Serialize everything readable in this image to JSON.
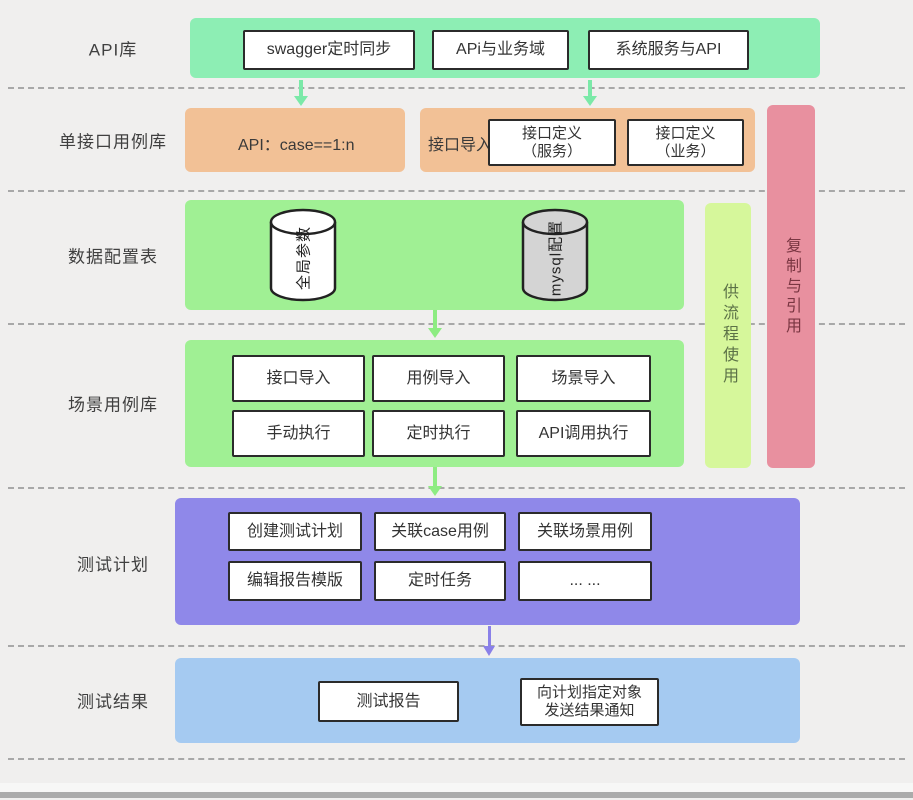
{
  "palette": {
    "background": "#f0efee",
    "mint_band": "#8deeb4",
    "orange_band": "#f2c196",
    "green_band": "#a0f094",
    "lime_band": "#d6f79b",
    "pink_band": "#e8909f",
    "purple_band": "#8f88e9",
    "blue_band": "#a5caf1",
    "green_arrow": "#8dec82",
    "mint_arrow": "#7be9a8",
    "purple_arrow": "#8a80e8"
  },
  "rows": {
    "api_lib": {
      "label": "API库",
      "items": [
        "swagger定时同步",
        "APi与业务域",
        "系统服务与API"
      ]
    },
    "single_case": {
      "label": "单接口用例库",
      "note": "API：case==1:n",
      "import_label": "接口导入",
      "defs": [
        {
          "title": "接口定义",
          "sub": "（服务）"
        },
        {
          "title": "接口定义",
          "sub": "（业务）"
        }
      ]
    },
    "data_config": {
      "label": "数据配置表",
      "cylinders": [
        "全局参数",
        "mysql配置"
      ]
    },
    "scenario": {
      "label": "场景用例库",
      "items": [
        "接口导入",
        "用例导入",
        "场景导入",
        "手动执行",
        "定时执行",
        "API调用执行"
      ]
    },
    "test_plan": {
      "label": "测试计划",
      "items": [
        "创建测试计划",
        "关联case用例",
        "关联场景用例",
        "编辑报告模版",
        "定时任务",
        "... ..."
      ]
    },
    "test_result": {
      "label": "测试结果",
      "report": "测试报告",
      "notify": {
        "line1": "向计划指定对象",
        "line2": "发送结果通知"
      }
    }
  },
  "side": {
    "flow_use": "供流程使用",
    "copy_ref": "复制与引用"
  }
}
